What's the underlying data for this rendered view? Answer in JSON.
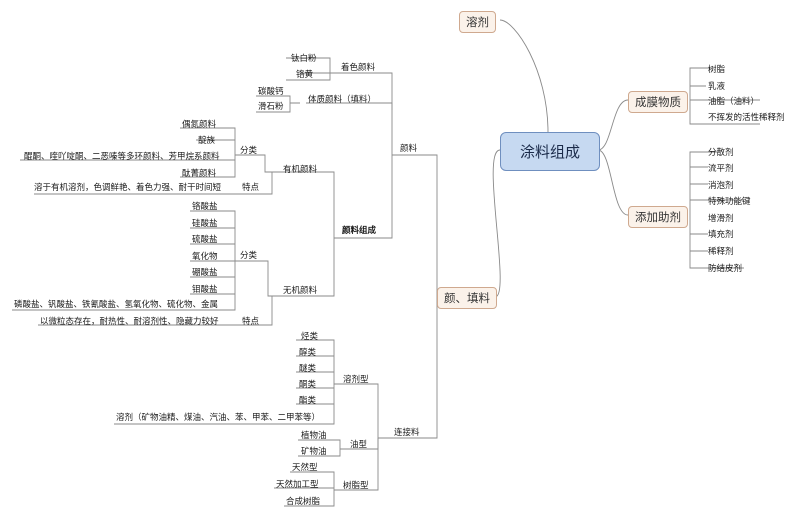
{
  "central": "涂料组成",
  "right": {
    "solvent": "溶剂",
    "film": {
      "label": "成膜物质",
      "items": [
        "树脂",
        "乳液",
        "油脂（油料）",
        "不挥发的活性稀释剂"
      ]
    },
    "additive": {
      "label": "添加助剂",
      "items": [
        "分散剂",
        "流平剂",
        "消泡剂",
        "特殊功能键",
        "增滑剂",
        "填充剂",
        "稀释剂",
        "防结皮剂"
      ]
    }
  },
  "pigment_fill": {
    "label": "颜、填料",
    "pigment": {
      "label": "颜料",
      "coloring": {
        "label": "着色颜料",
        "items": [
          "钛白粉",
          "铬黄"
        ]
      },
      "extender": {
        "label": "体质颜料（填料）",
        "items": [
          "碳酸钙",
          "滑石粉"
        ]
      },
      "composition": "颜料组成",
      "organic": {
        "label": "有机颜料",
        "classify": "分类",
        "classes": [
          "偶氮颜料",
          "靛族",
          "醌酮、喹吖啶酮、二恶嗪等多环颜料、芳甲烷系颜料",
          "酞菁颜料"
        ],
        "feature_label": "特点",
        "feature": "溶于有机溶剂，色调鲜艳、着色力强、耐干时间短"
      },
      "inorganic": {
        "label": "无机颜料",
        "classify": "分类",
        "classes": [
          "铬酸盐",
          "硅酸盐",
          "硫酸盐",
          "氧化物",
          "硼酸盐",
          "钼酸盐",
          "磷酸盐、钒酸盐、铁氰酸盐、氢氧化物、硫化物、金属"
        ],
        "feature_label": "特点",
        "feature": "以微粒态存在，耐热性、耐溶剂性、隐藏力较好"
      }
    },
    "vehicle": {
      "label": "连接料",
      "solvent_type": {
        "label": "溶剂型",
        "items": [
          "烃类",
          "醇类",
          "醚类",
          "酮类",
          "酯类",
          "溶剂（矿物油精、煤油、汽油、苯、甲苯、二甲苯等）"
        ]
      },
      "oil_type": {
        "label": "油型",
        "items": [
          "植物油",
          "矿物油"
        ]
      },
      "resin_type": {
        "label": "树脂型",
        "items": [
          "天然型",
          "天然加工型",
          "合成树脂"
        ]
      }
    }
  }
}
